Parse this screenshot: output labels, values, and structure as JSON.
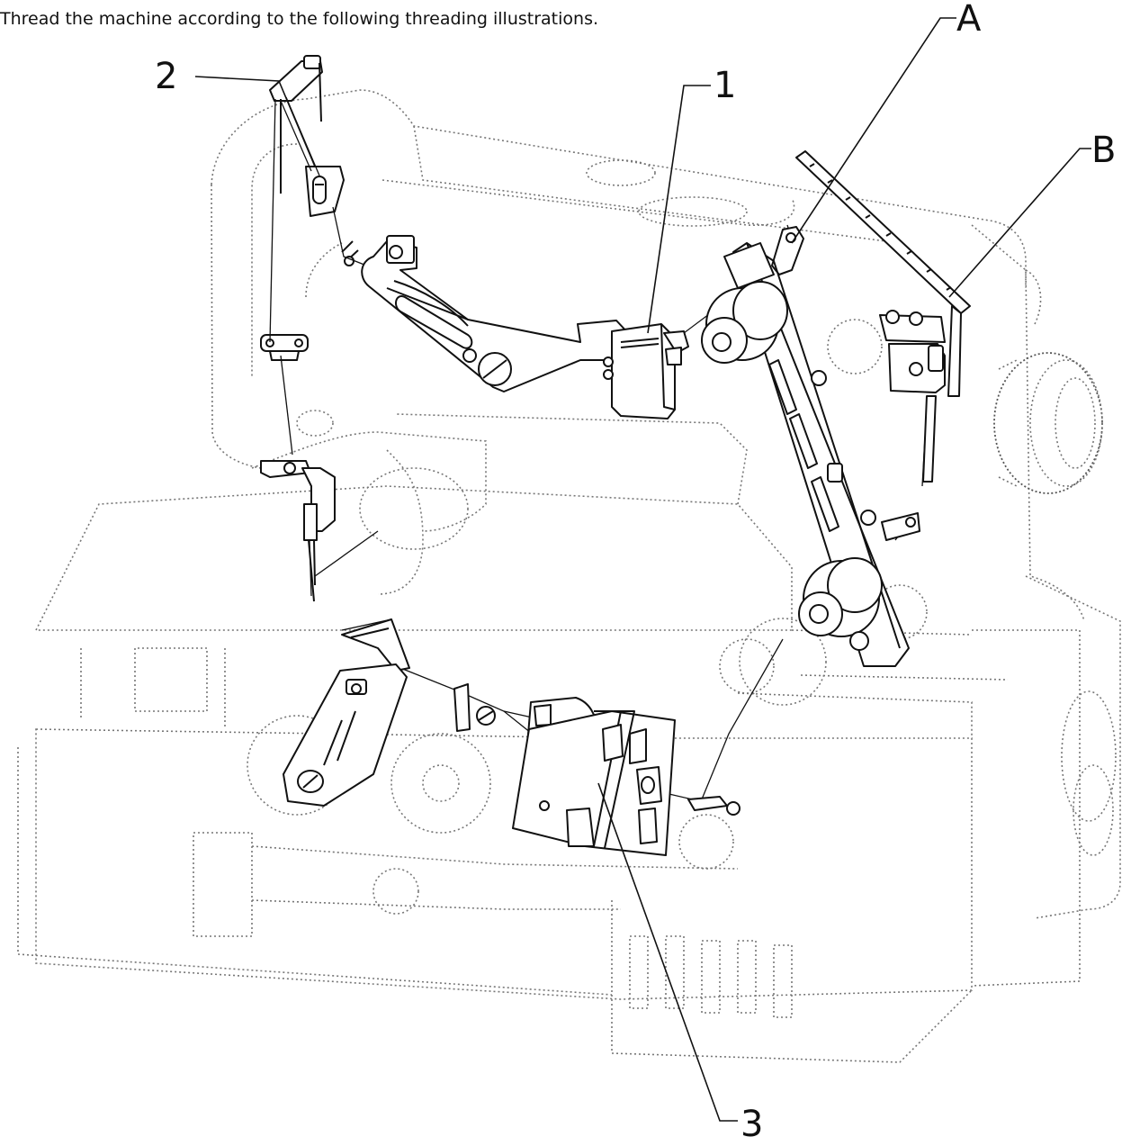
{
  "instruction": "Thread the machine according to the following threading illustrations.",
  "callouts": {
    "one": "1",
    "two": "2",
    "three": "3",
    "a": "A",
    "b": "B"
  },
  "colors": {
    "line": "#111111",
    "machine_outline": "#777777",
    "background": "#ffffff"
  }
}
